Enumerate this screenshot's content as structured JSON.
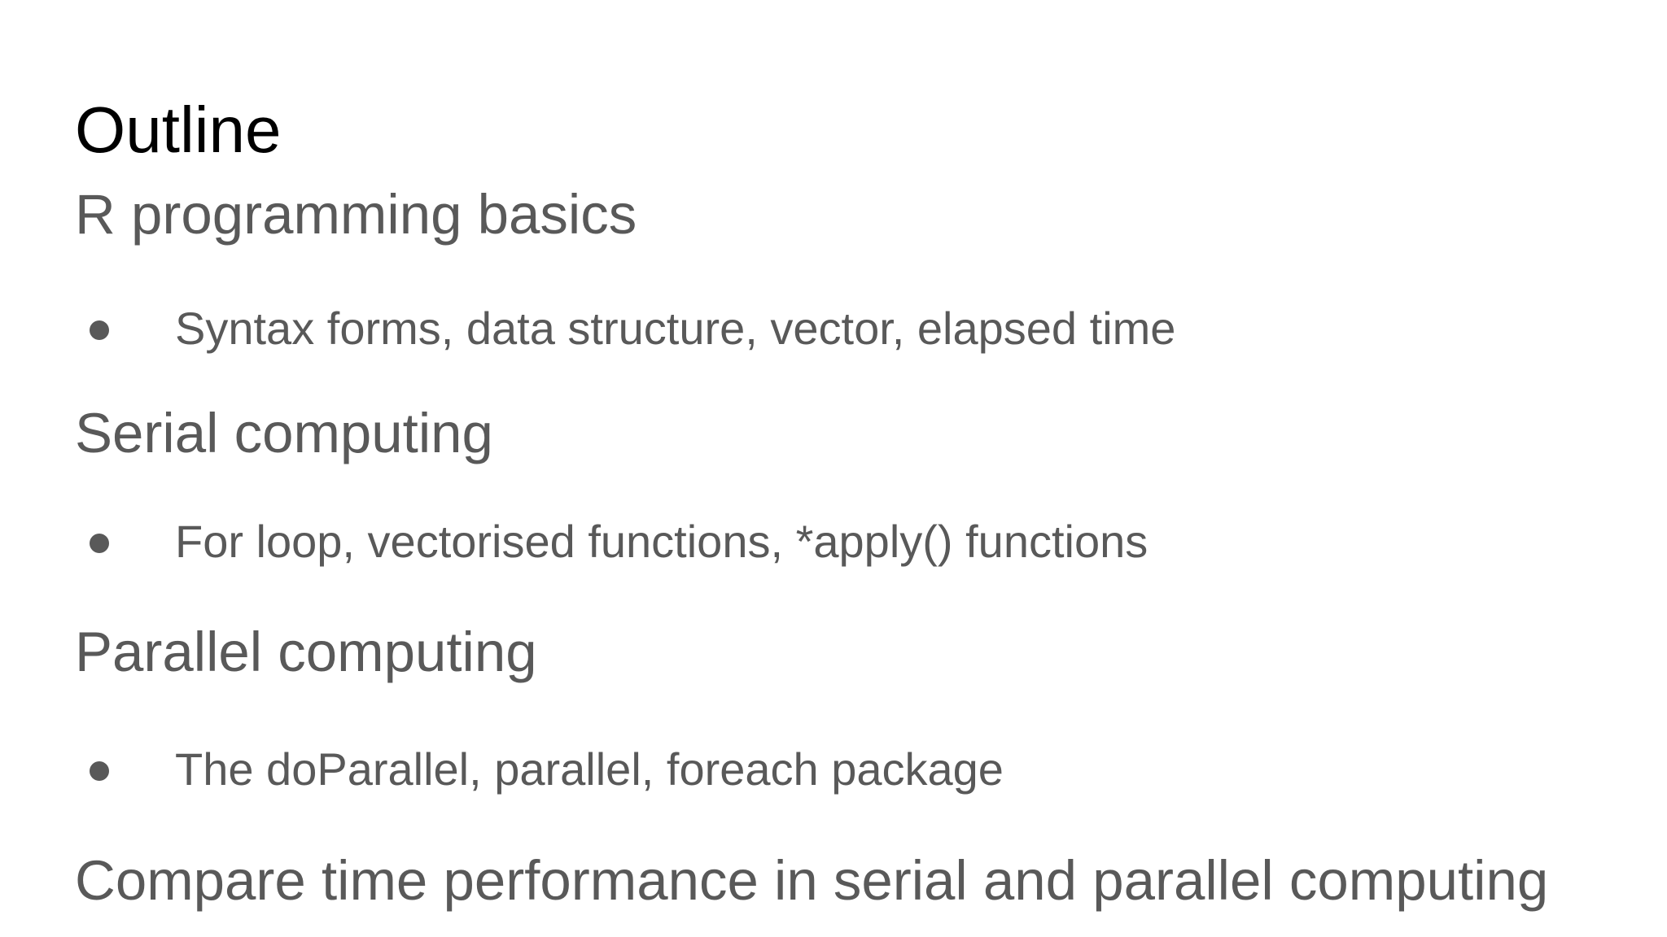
{
  "slide": {
    "title": "Outline",
    "sections": [
      {
        "heading": "R programming basics",
        "bullets": [
          "Syntax forms, data structure, vector, elapsed time"
        ]
      },
      {
        "heading": "Serial computing",
        "bullets": [
          "For loop, vectorised functions, *apply() functions"
        ]
      },
      {
        "heading": "Parallel computing",
        "bullets": [
          "The doParallel, parallel, foreach package"
        ]
      },
      {
        "heading": "Compare time performance in serial and parallel computing",
        "bullets": []
      }
    ],
    "colors": {
      "background": "#ffffff",
      "title_text": "#000000",
      "body_text": "#595959",
      "bullet_dot": "#595959"
    }
  }
}
